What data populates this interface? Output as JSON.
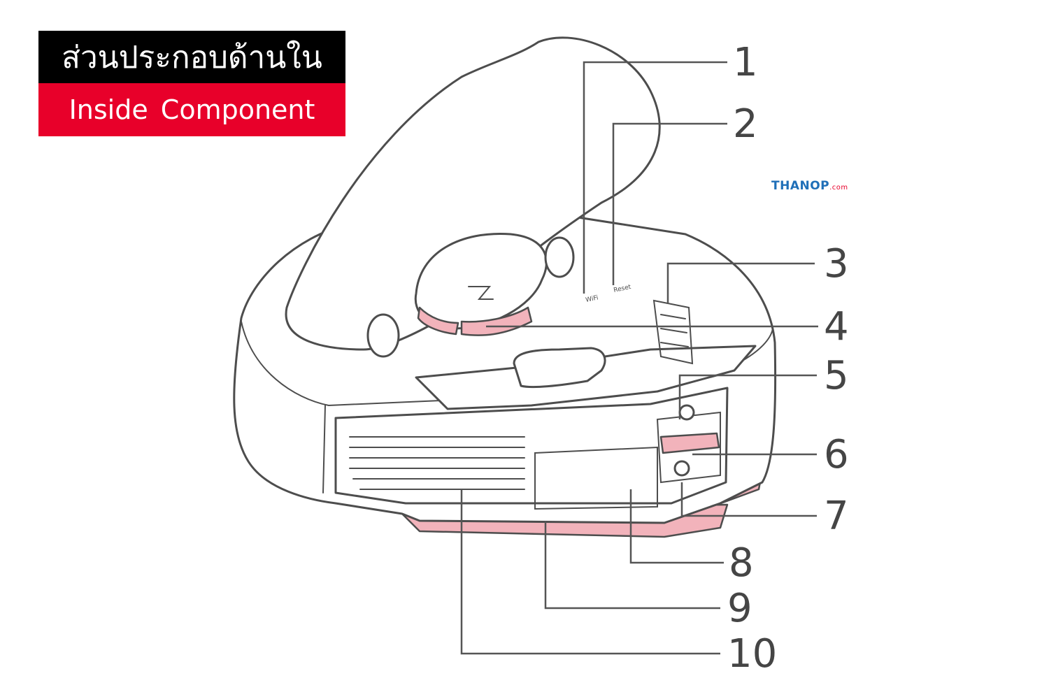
{
  "title": {
    "thai": "ส่วนประกอบด้านใน",
    "english": "Inside Component"
  },
  "brand": {
    "name": "THANOP",
    "domain": ".com"
  },
  "device_labels": {
    "wifi": "WiFi",
    "reset": "Reset"
  },
  "callouts": [
    "1",
    "2",
    "3",
    "4",
    "5",
    "6",
    "7",
    "8",
    "9",
    "10"
  ],
  "colors": {
    "title_bg_thai": "#000000",
    "title_bg_english": "#e8002a",
    "highlight": "#f2b3bb",
    "outline": "#4d4d4d",
    "brand_blue": "#1f6fb8"
  }
}
